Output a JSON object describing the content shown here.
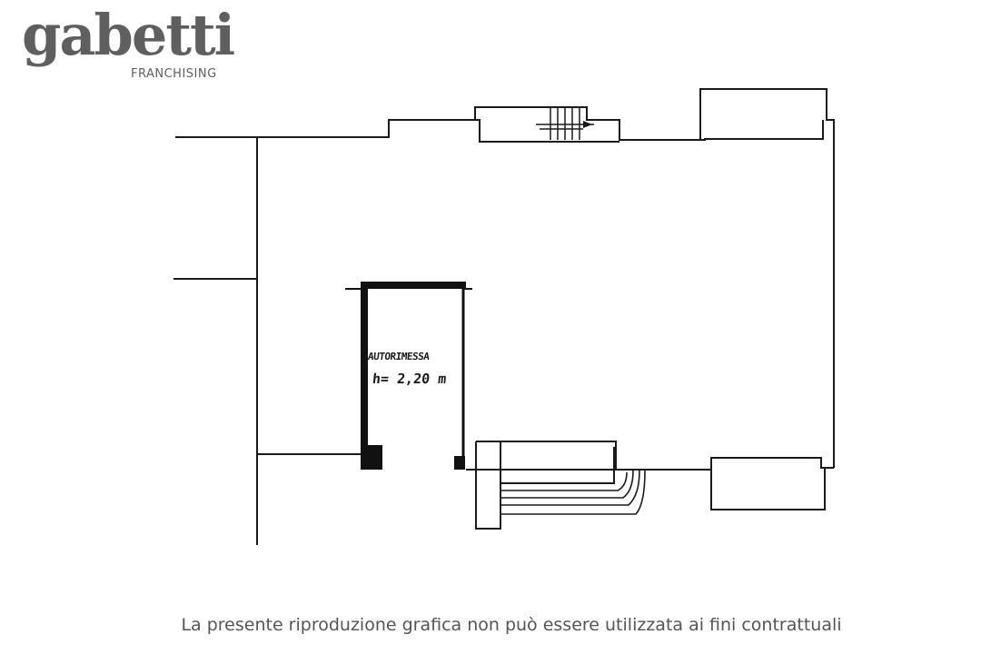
{
  "brand": {
    "logo_word": "gabetti",
    "logo_subtitle": "FRANCHISING",
    "color": "#5f5f5f"
  },
  "floor_plan": {
    "room_name": "AUTORIMESSA",
    "room_height": "h= 2,20 m",
    "line_color": "#1a1a1a"
  },
  "footer": {
    "disclaimer": "La presente riproduzione grafica non può essere utilizzata ai fini contrattuali"
  }
}
